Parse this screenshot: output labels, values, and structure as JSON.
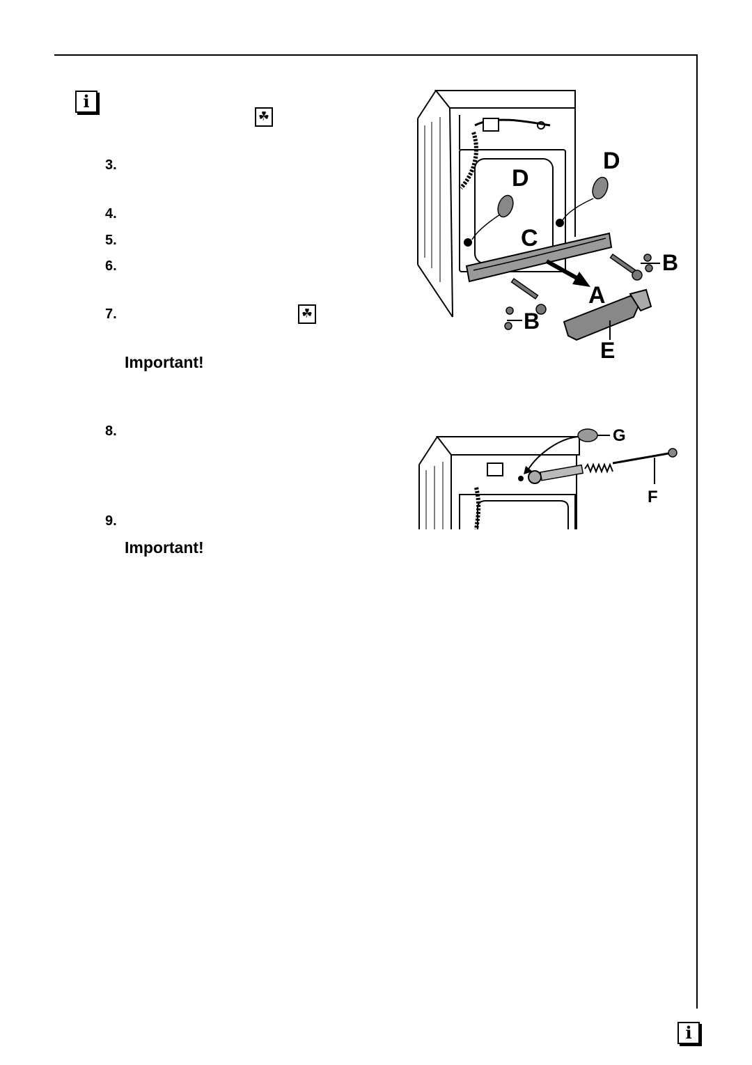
{
  "icons": {
    "info": "i",
    "clover": "☘"
  },
  "steps": [
    "3.",
    "4.",
    "5.",
    "6.",
    "7.",
    "8.",
    "9."
  ],
  "important": [
    "Important!",
    "Important!"
  ],
  "figure1": {
    "labels": {
      "D1": "D",
      "D2": "D",
      "C": "C",
      "B1": "B",
      "B2": "B",
      "A": "A",
      "E": "E"
    }
  },
  "figure2": {
    "labels": {
      "G": "G",
      "F": "F"
    }
  }
}
